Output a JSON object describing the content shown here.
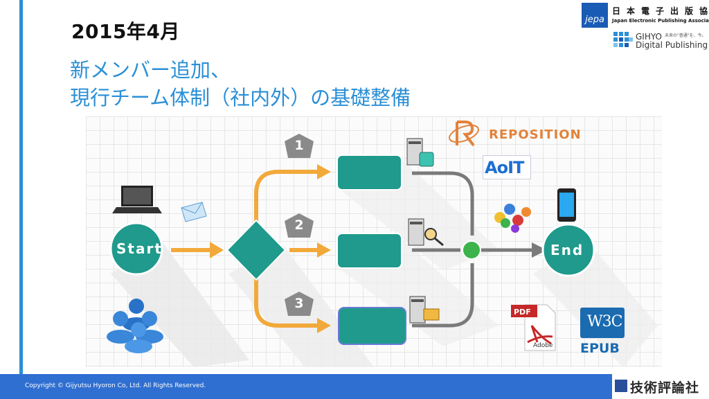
{
  "slide": {
    "title": "2015年4月",
    "subtitle_line1": "新メンバー追加、",
    "subtitle_line2": "現行チーム体制（社内外）の基礎整備"
  },
  "header_logos": {
    "jepa_mark": "jepa",
    "jepa_name_jp": "日本電子出版協会",
    "jepa_name_en": "Japan Electronic Publishing Association",
    "gihyo_line1": "GIHYO",
    "gihyo_line2": "Digital Publishing",
    "gihyo_tagline": "未来の\"普通\"を、今。"
  },
  "diagram": {
    "start_label": "Start",
    "end_label": "End",
    "branches": [
      {
        "number": "1"
      },
      {
        "number": "2"
      },
      {
        "number": "3"
      }
    ],
    "partner_logos": {
      "reposition": "REPOSITION",
      "aoit": "AoIT",
      "w3c": "W3C",
      "epub": "EPUB",
      "pdf": "PDF",
      "adobe": "Adobe"
    },
    "colors": {
      "node_teal": "#1f9a8c",
      "arrow_orange": "#f2a93b",
      "connector_gray": "#7a7a7a",
      "junction_green": "#3cb44b",
      "badge_gray": "#8a8a8a",
      "accent_blue": "#2a8fd6"
    },
    "icons": [
      "laptop-icon",
      "email-icon",
      "users-icon",
      "server-icon",
      "magnifier-icon",
      "folder-icon",
      "smartphone-icon",
      "gears-icon",
      "pdf-icon",
      "w3c-icon"
    ]
  },
  "footer": {
    "copyright": "Copyright © Gijyutsu Hyoron Co, Ltd. All Rights Reserved.",
    "company_logo": "技術評論社"
  }
}
